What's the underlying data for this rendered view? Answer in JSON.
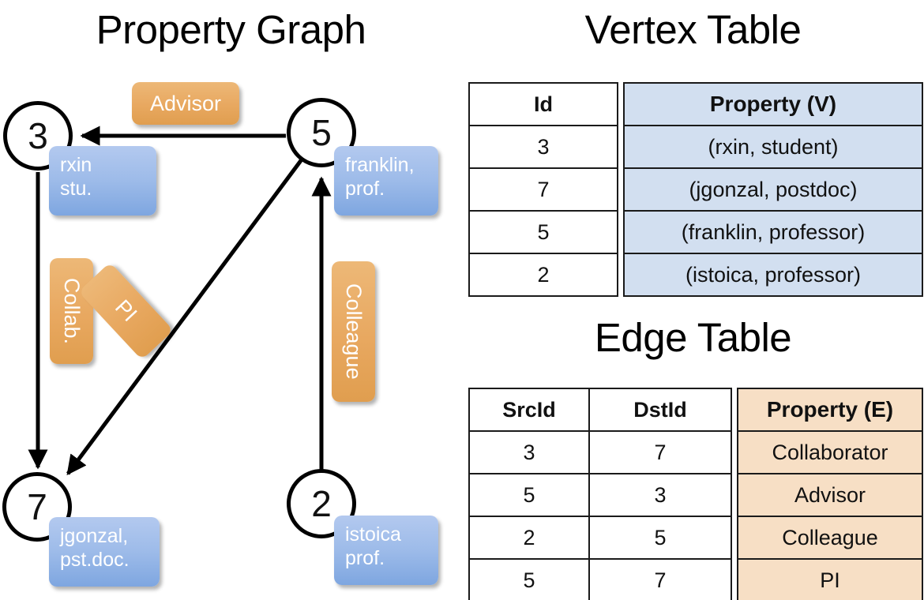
{
  "titles": {
    "property_graph": "Property Graph",
    "vertex_table": "Vertex Table",
    "edge_table": "Edge Table"
  },
  "graph": {
    "nodes": [
      {
        "id": "3",
        "property_line1": "rxin",
        "property_line2": "stu."
      },
      {
        "id": "5",
        "property_line1": "franklin,",
        "property_line2": "prof."
      },
      {
        "id": "7",
        "property_line1": "jgonzal,",
        "property_line2": "pst.doc."
      },
      {
        "id": "2",
        "property_line1": "istoica",
        "property_line2": "prof."
      }
    ],
    "edge_labels": [
      {
        "label": "Advisor",
        "orientation": "horizontal"
      },
      {
        "label": "Collab.",
        "orientation": "vertical"
      },
      {
        "label": "PI",
        "orientation": "diagonal"
      },
      {
        "label": "Colleague",
        "orientation": "vertical"
      }
    ],
    "edges": [
      {
        "src": "5",
        "dst": "3",
        "label": "Advisor"
      },
      {
        "src": "3",
        "dst": "7",
        "label": "Collab."
      },
      {
        "src": "5",
        "dst": "7",
        "label": "PI"
      },
      {
        "src": "2",
        "dst": "5",
        "label": "Colleague"
      }
    ]
  },
  "vertex_table": {
    "columns": [
      "Id",
      "Property (V)"
    ],
    "rows": [
      {
        "id": "3",
        "property": "(rxin, student)"
      },
      {
        "id": "7",
        "property": "(jgonzal, postdoc)"
      },
      {
        "id": "5",
        "property": "(franklin, professor)"
      },
      {
        "id": "2",
        "property": "(istoica, professor)"
      }
    ]
  },
  "edge_table": {
    "columns": [
      "SrcId",
      "DstId",
      "Property (E)"
    ],
    "rows": [
      {
        "src": "3",
        "dst": "7",
        "property": "Collaborator"
      },
      {
        "src": "5",
        "dst": "3",
        "property": "Advisor"
      },
      {
        "src": "2",
        "dst": "5",
        "property": "Colleague"
      },
      {
        "src": "5",
        "dst": "7",
        "property": "PI"
      }
    ]
  },
  "colors": {
    "node_property_blue": "#9dbbe9",
    "edge_label_orange": "#e8a860",
    "vertex_table_cell": "#d2dff0",
    "edge_table_cell": "#f7dfc5",
    "stroke": "#000000"
  }
}
